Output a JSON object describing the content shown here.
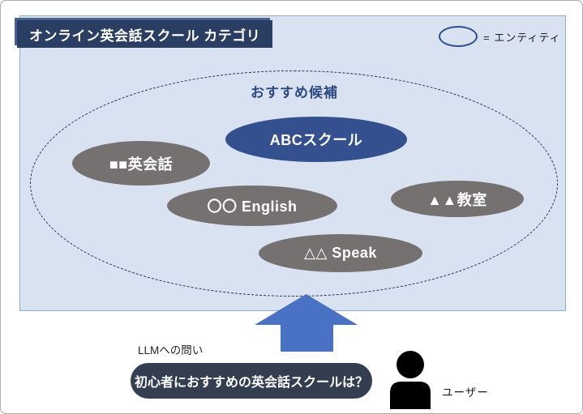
{
  "diagram": {
    "title": "オンライン英会話スクール カテゴリ",
    "legend_label": "= エンティティ",
    "group_label": "おすすめ候補",
    "entities": [
      {
        "label": "ABCスクール",
        "highlighted": true
      },
      {
        "label": "■■英会話",
        "highlighted": false
      },
      {
        "label": "〇〇 English",
        "highlighted": false
      },
      {
        "label": "▲▲教室",
        "highlighted": false
      },
      {
        "label": "△△ Speak",
        "highlighted": false
      }
    ],
    "query_label": "LLMへの問い",
    "query_text": "初心者におすすめの英会話スクールは？",
    "user_label": "ユーザー",
    "colors": {
      "panel_bg": "#d9e2f1",
      "title_bg": "#2a3e63",
      "highlight_oval": "#35508f",
      "gray_oval": "#767171",
      "arrow": "#4a72c4",
      "query_pill": "#333f50",
      "accent_text": "#2e4a86"
    }
  }
}
